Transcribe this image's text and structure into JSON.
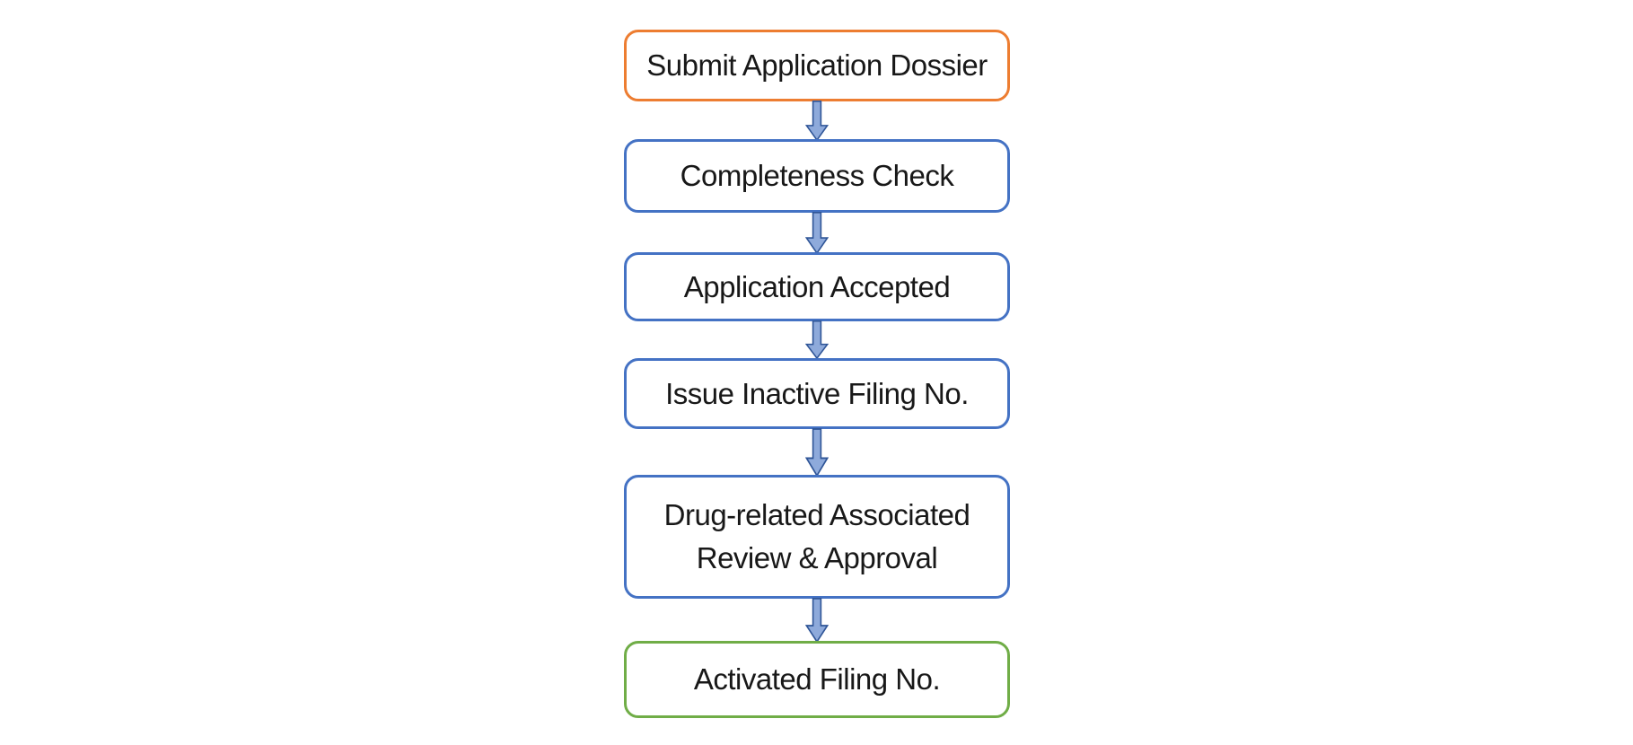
{
  "flowchart": {
    "type": "flowchart",
    "direction": "top-down",
    "nodes": [
      {
        "id": "submit-application-dossier",
        "label": "Submit Application Dossier",
        "role": "start",
        "border_color": "#ED7D31",
        "fill": "#FFFFFF",
        "shape": "rounded-rectangle"
      },
      {
        "id": "completeness-check",
        "label": "Completeness Check",
        "role": "process",
        "border_color": "#4472C4",
        "fill": "#FFFFFF",
        "shape": "rounded-rectangle"
      },
      {
        "id": "application-accepted",
        "label": "Application Accepted",
        "role": "process",
        "border_color": "#4472C4",
        "fill": "#FFFFFF",
        "shape": "rounded-rectangle"
      },
      {
        "id": "issue-inactive-filing-no",
        "label": "Issue Inactive Filing No.",
        "role": "process",
        "border_color": "#4472C4",
        "fill": "#FFFFFF",
        "shape": "rounded-rectangle"
      },
      {
        "id": "drug-related-associated-review-approval",
        "label": "Drug-related Associated\nReview & Approval",
        "role": "process",
        "border_color": "#4472C4",
        "fill": "#FFFFFF",
        "shape": "rounded-rectangle"
      },
      {
        "id": "activated-filing-no",
        "label": "Activated Filing No.",
        "role": "end",
        "border_color": "#70AD47",
        "fill": "#FFFFFF",
        "shape": "rounded-rectangle"
      }
    ],
    "edges": [
      {
        "from": "submit-application-dossier",
        "to": "completeness-check",
        "style": "block-arrow-down"
      },
      {
        "from": "completeness-check",
        "to": "application-accepted",
        "style": "block-arrow-down"
      },
      {
        "from": "application-accepted",
        "to": "issue-inactive-filing-no",
        "style": "block-arrow-down"
      },
      {
        "from": "issue-inactive-filing-no",
        "to": "drug-related-associated-review-approval",
        "style": "block-arrow-down"
      },
      {
        "from": "drug-related-associated-review-approval",
        "to": "activated-filing-no",
        "style": "block-arrow-down"
      }
    ],
    "colors": {
      "start_border": "#ED7D31",
      "process_border": "#4472C4",
      "end_border": "#70AD47",
      "arrow_fill": "#8EAADB",
      "arrow_outline": "#2F5597",
      "text": "#181818",
      "background": "#FFFFFF"
    }
  }
}
